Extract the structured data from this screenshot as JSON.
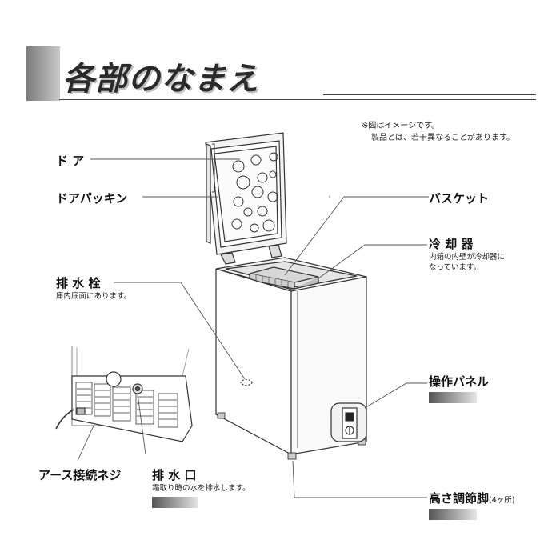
{
  "title": "各部のなまえ",
  "note": {
    "line1": "※図はイメージです。",
    "line2": "製品とは、若干異なることがあります。"
  },
  "labels": {
    "door": "ド ア",
    "door_packing": "ドアパッキン",
    "basket": "バスケット",
    "cooler": {
      "name": "冷 却 器",
      "desc1": "内箱の内壁が冷却器に",
      "desc2": "なっています。"
    },
    "drain_plug": {
      "name": "排 水 栓",
      "desc": "庫内底面にあります。"
    },
    "control_panel": "操作パネル",
    "adjust_foot": {
      "name": "高さ調節脚",
      "count": "(4ヶ所)"
    },
    "earth_screw": "アース接続ネジ",
    "drain_outlet": {
      "name": "排 水 口",
      "desc": "霜取り時の水を排水します。"
    }
  },
  "icons": {
    "panel_dial": "dial-icon",
    "panel_switch": "switch-icon"
  }
}
